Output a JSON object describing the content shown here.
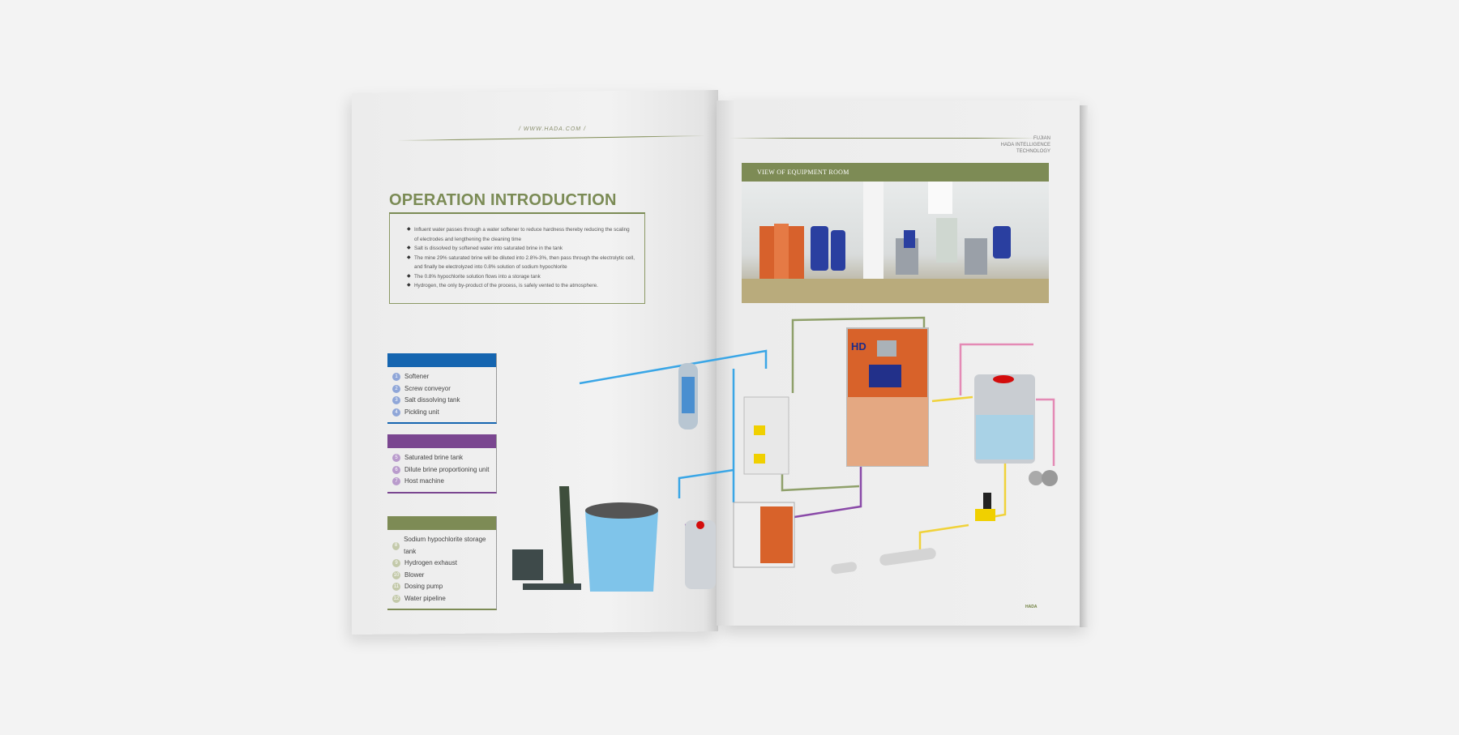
{
  "left_page": {
    "url": "/ WWW.HADA.COM /",
    "title": "OPERATION INTRODUCTION",
    "bullets": [
      "Influent water passes through a water softener to reduce hardness thereby reducing the scaling of electrodes and lengthening the cleaning time",
      "Salt is dissolved by softened water into saturated brine in the tank",
      "The mine 29% saturated brine will be diluted into 2.8%-3%, then pass through the electrolytic cell, and finally be electrolyzed into 0.8% solution of sodium hypochlorite",
      "The 0.8% hypochlorite solution flows into a storage tank",
      "Hydrogen, the only by-product of the process, is safely vented to the atmosphere."
    ],
    "legend_groups": [
      {
        "color": "#1565b0",
        "num_color": "#8fa6d8",
        "items": [
          {
            "n": "1",
            "label": "Softener"
          },
          {
            "n": "2",
            "label": "Screw conveyor"
          },
          {
            "n": "3",
            "label": "Salt dissolving tank"
          },
          {
            "n": "4",
            "label": "Pickling unit"
          }
        ]
      },
      {
        "color": "#7a4690",
        "num_color": "#b99bcc",
        "items": [
          {
            "n": "5",
            "label": "Saturated brine tank"
          },
          {
            "n": "6",
            "label": "Dilute brine proportioning unit"
          },
          {
            "n": "7",
            "label": "Host machine"
          }
        ]
      },
      {
        "color": "#7d8b55",
        "num_color": "#c3c9aa",
        "items": [
          {
            "n": "8",
            "label": "Sodium hypochlorite storage tank"
          },
          {
            "n": "9",
            "label": "Hydrogen exhaust"
          },
          {
            "n": "10",
            "label": "Blower"
          },
          {
            "n": "11",
            "label": "Dosing pump"
          },
          {
            "n": "12",
            "label": "Water pipeline"
          }
        ]
      }
    ]
  },
  "right_page": {
    "corp": [
      "FUJIAN",
      "HADA INTELLIGENCE",
      "TECHNOLOGY"
    ],
    "photo_heading": "VIEW OF EQUIPMENT ROOM",
    "logo": "HD",
    "footer": "HADA"
  },
  "colors": {
    "accent_green": "#7d8b55",
    "blue": "#1565b0",
    "purple": "#7a4690"
  }
}
